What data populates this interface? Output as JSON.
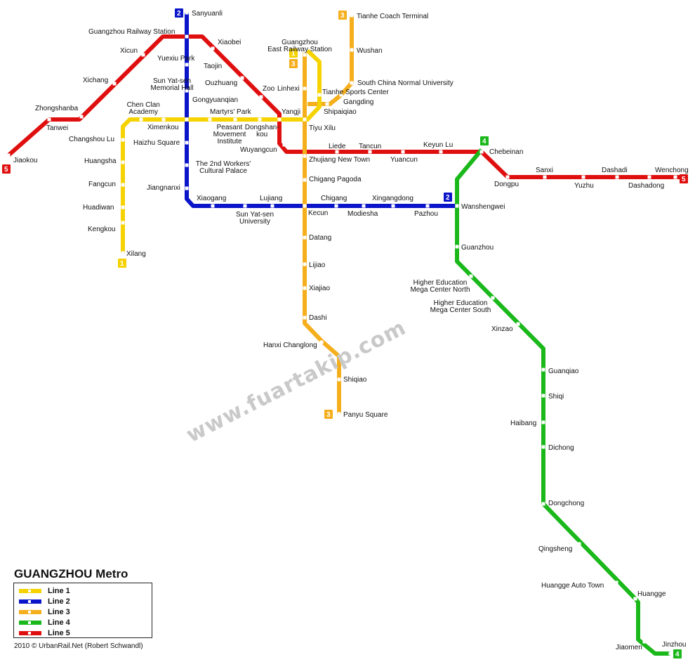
{
  "title": "GUANGZHOU Metro",
  "credit": "2010 © UrbanRail.Net (Robert Schwandl)",
  "watermark": "www.fuartakip.com",
  "lines": [
    {
      "id": "1",
      "label": "Line 1",
      "color": "#f5d200"
    },
    {
      "id": "2",
      "label": "Line 2",
      "color": "#0a14c8"
    },
    {
      "id": "3",
      "label": "Line 3",
      "color": "#f5ae1c"
    },
    {
      "id": "4",
      "label": "Line 4",
      "color": "#1ab81a"
    },
    {
      "id": "5",
      "label": "Line 5",
      "color": "#e00f0f"
    }
  ],
  "stations": {
    "sanyuanli": "Sanyuanli",
    "guangzhou_railway_station": "Guangzhou Railway Station",
    "xiaobei": "Xiaobei",
    "xicun": "Xicun",
    "yuexiu_park": "Yuexiu Park",
    "taojin": "Taojin",
    "xichang": "Xichang",
    "sun_yat_sen_memorial_hall": "Sun Yat-sen Memorial Hall",
    "ouzhuang": "Ouzhuang",
    "zoo": "Zoo",
    "linhexi": "Linhexi",
    "gongyuanqian": "Gongyuanqian",
    "zhongshanba": "Zhongshanba",
    "chen_clan_academy": "Chen Clan Academy",
    "martyrs_park": "Martyrs' Park",
    "yangji": "Yangji",
    "tanwei": "Tanwei",
    "ximenkou": "Ximenkou",
    "peasant_movement_institute": "Peasant Movement Institute",
    "dongshankou": "Dongshan-kou",
    "tiyu_xilu": "Tiyu Xilu",
    "changshou_lu": "Changshou Lu",
    "haizhu_square": "Haizhu Square",
    "wuyangcun": "Wuyangcun",
    "liede": "Liede",
    "tancun": "Tancun",
    "keyun_lu": "Keyun Lu",
    "chebeinan": "Chebeinan",
    "jiaokou": "Jiaokou",
    "huangsha": "Huangsha",
    "second_workers_cultural_palace": "The 2nd Workers' Cultural Palace",
    "zhujiang_new_town": "Zhujiang New Town",
    "yuancun": "Yuancun",
    "sanxi": "Sanxi",
    "dashadi": "Dashadi",
    "wenchong": "Wenchong",
    "dongpu": "Dongpu",
    "yuzhu": "Yuzhu",
    "dashadong": "Dashadong",
    "fangcun": "Fangcun",
    "jiangnanxi": "Jiangnanxi",
    "chigang_pagoda": "Chigang Pagoda",
    "xiaogang": "Xiaogang",
    "lujiang": "Lujiang",
    "chigang": "Chigang",
    "xingangdong": "Xingangdong",
    "huadiwan": "Huadiwan",
    "kecun": "Kecun",
    "modiesha": "Modiesha",
    "pazhou": "Pazhou",
    "wanshengwei": "Wanshengwei",
    "sun_yat_sen_university": "Sun Yat-sen University",
    "kengkou": "Kengkou",
    "guanzhou": "Guanzhou",
    "datang": "Datang",
    "xilang": "Xilang",
    "lijiao": "Lijiao",
    "higher_education_mega_center_north": "Higher Education Mega Center North",
    "xiajiao": "Xiajiao",
    "higher_education_mega_center_south": "Higher Education Mega Center South",
    "dashi": "Dashi",
    "xinzao": "Xinzao",
    "hanxi_changlong": "Hanxi Changlong",
    "guanqiao": "Guanqiao",
    "shiqiao": "Shiqiao",
    "shiqi": "Shiqi",
    "panyu_square": "Panyu Square",
    "haibang": "Haibang",
    "dichong": "Dichong",
    "dongchong": "Dongchong",
    "qingsheng": "Qingsheng",
    "huangge_auto_town": "Huangge Auto Town",
    "huangge": "Huangge",
    "jiaomen": "Jiaomen",
    "jinzhou": "Jinzhou",
    "tianhe_coach_terminal": "Tianhe Coach Terminal",
    "guangzhou_east_railway_station": "Guangzhou East Railway Station",
    "wushan": "Wushan",
    "south_china_normal_university": "South China Normal University",
    "tianhe_sports_center": "Tianhe Sports Center",
    "gangding": "Gangding",
    "shipaiqiao": "Shipaiqiao"
  }
}
